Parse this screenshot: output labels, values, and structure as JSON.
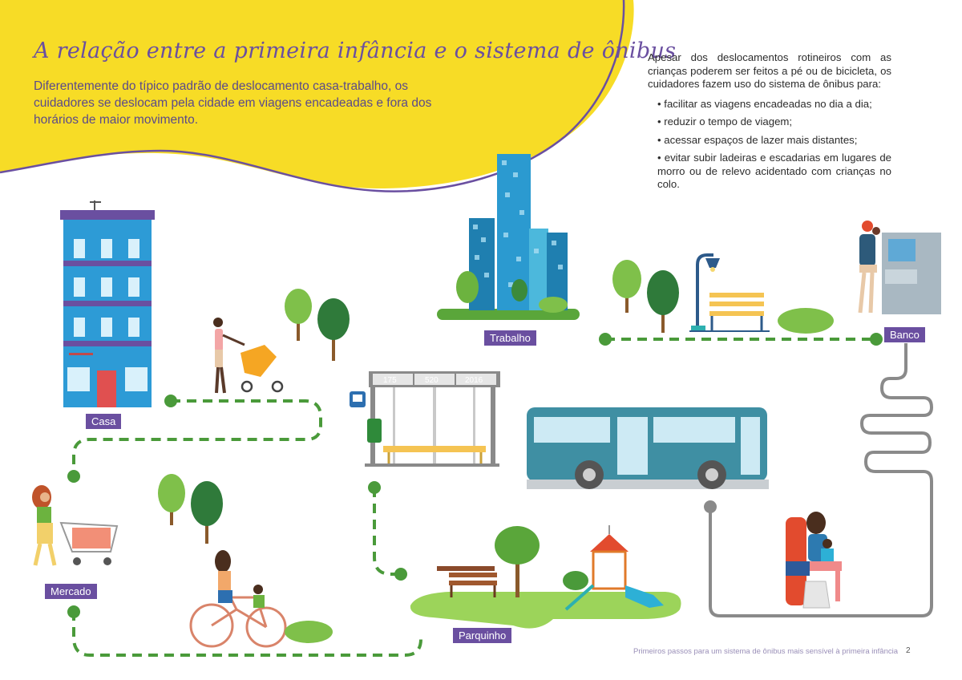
{
  "title": "A relação entre a primeira infância e o sistema de ônibus",
  "intro": "Diferentemente do típico padrão de deslocamento casa-trabalho, os cuidadores se deslocam pela cidade em viagens encadeadas e fora dos horários de maior movimento.",
  "sidebar": {
    "lead": "Apesar dos deslocamentos rotineiros com as crianças poderem ser feitos a pé ou de bicicleta, os cuidadores fazem uso do sistema de ônibus para:",
    "items": [
      {
        "text": "facilitar as viagens encadeadas no dia a dia;"
      },
      {
        "text": "reduzir o tempo de viagem;"
      },
      {
        "text": "acessar espaços de lazer mais distantes;"
      },
      {
        "text": "evitar subir ladeiras e escadarias em lugares de morro ou de relevo acidentado com crianças no colo."
      }
    ]
  },
  "places": {
    "casa": "Casa",
    "trabalho": "Trabalho",
    "banco": "Banco",
    "mercado": "Mercado",
    "parquinho": "Parquinho"
  },
  "bus_stop_lines": [
    "175",
    "520",
    "2016"
  ],
  "footer": "Primeiros passos para um sistema de ônibus mais sensível à primeira infância",
  "page_number": "2",
  "colors": {
    "accent_purple": "#6a4fa0",
    "yellow": "#f7dc26",
    "path_green": "#4a9a3a",
    "bus_teal": "#3f8fa3"
  },
  "icons": {
    "bus_stop": "bus-icon"
  }
}
